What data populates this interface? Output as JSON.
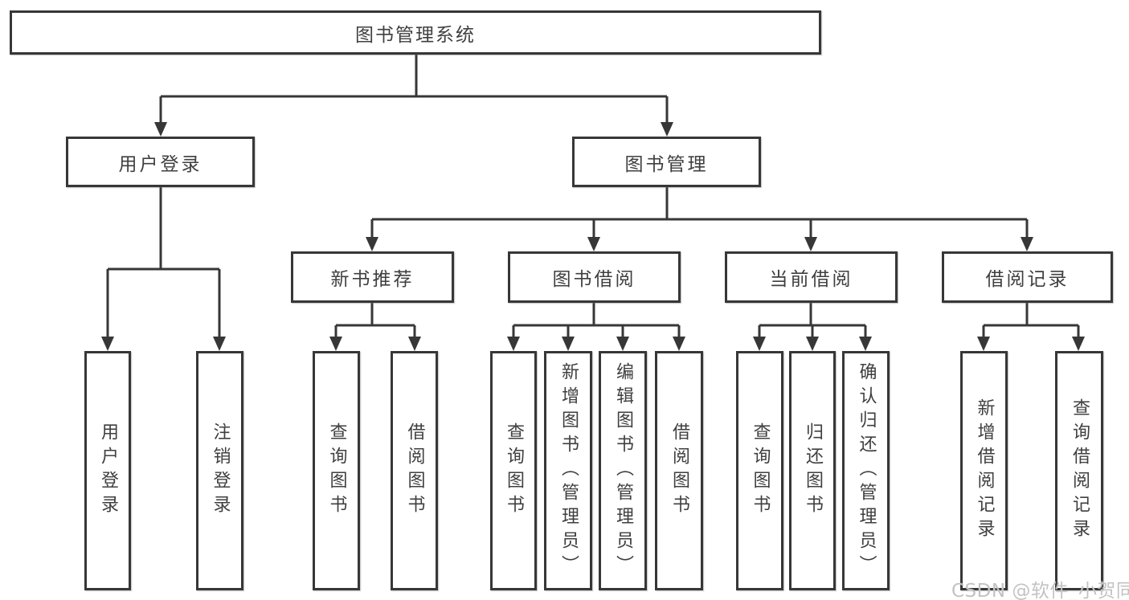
{
  "diagram": {
    "type": "hierarchy-tree",
    "line_color": "#373737",
    "text_color": "#3f3f3f",
    "background": "#ffffff",
    "tree": {
      "root": {
        "label": "图书管理系统"
      },
      "branches": [
        {
          "label": "用户登录",
          "children": [
            {
              "label": "用户登录"
            },
            {
              "label": "注销登录"
            }
          ]
        },
        {
          "label": "图书管理",
          "children": [
            {
              "label": "新书推荐",
              "children": [
                {
                  "label": "查询图书"
                },
                {
                  "label": "借阅图书"
                }
              ]
            },
            {
              "label": "图书借阅",
              "children": [
                {
                  "label": "查询图书"
                },
                {
                  "label": "新增图书（管理员）"
                },
                {
                  "label": "编辑图书（管理员）"
                },
                {
                  "label": "借阅图书"
                }
              ]
            },
            {
              "label": "当前借阅",
              "children": [
                {
                  "label": "查询图书"
                },
                {
                  "label": "归还图书"
                },
                {
                  "label": "确认归还（管理员）"
                }
              ]
            },
            {
              "label": "借阅记录",
              "children": [
                {
                  "label": "新增借阅记录"
                },
                {
                  "label": "查询借阅记录"
                }
              ]
            }
          ]
        }
      ]
    }
  },
  "watermark": {
    "text": "CSDN @软件_小贺同学"
  }
}
